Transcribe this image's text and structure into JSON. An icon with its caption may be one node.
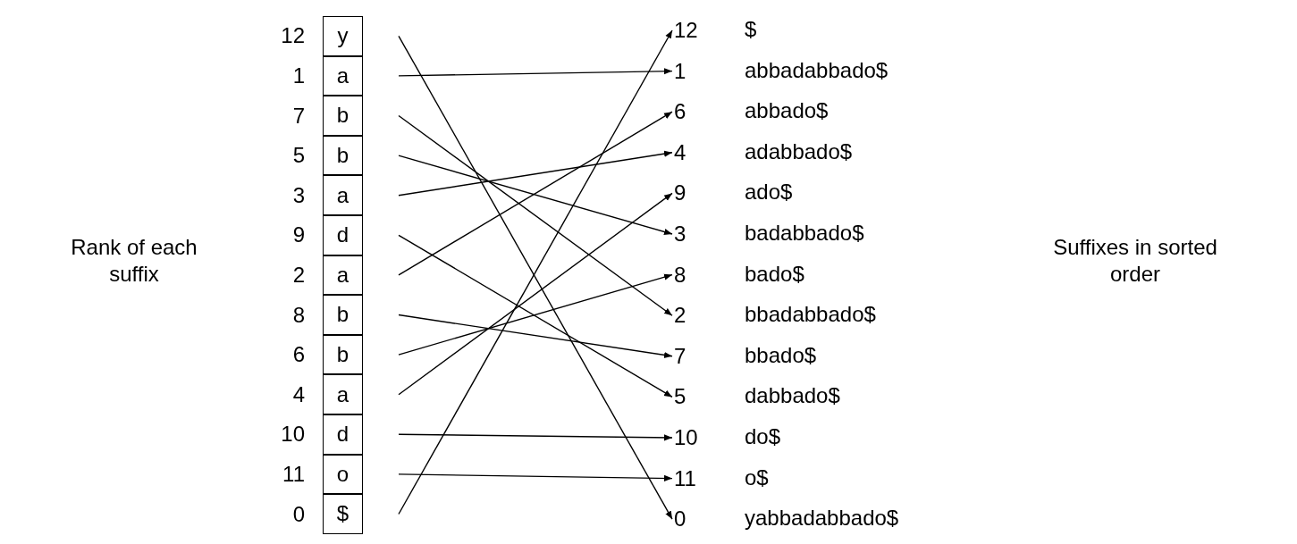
{
  "diagram": {
    "nodes": [
      {
        "text": [
          "y"
        ],
        "beside": [
          "12"
        ]
      },
      {
        "text": [
          "a"
        ],
        "beside": [
          "1"
        ]
      },
      {
        "text": [
          "b"
        ],
        "beside": [
          "7"
        ]
      },
      {
        "text": [
          "b"
        ],
        "beside": [
          "5"
        ]
      },
      {
        "text": [
          "a"
        ],
        "beside": [
          "3"
        ]
      },
      {
        "text": [
          "d"
        ],
        "beside": [
          "9"
        ]
      },
      {
        "text": [
          "a"
        ],
        "beside": [
          "2"
        ]
      },
      {
        "text": [
          "b"
        ],
        "beside": [
          "8"
        ]
      },
      {
        "text": [
          "b"
        ],
        "beside": [
          "6"
        ]
      },
      {
        "text": [
          "a"
        ],
        "beside": [
          "4"
        ]
      },
      {
        "text": [
          "d"
        ],
        "beside": [
          "10"
        ]
      },
      {
        "text": [
          "o"
        ],
        "beside": [
          "11"
        ]
      },
      {
        "text": [
          "$"
        ],
        "beside": [
          "0"
        ]
      },
      {
        "text": [
          "12"
        ],
        "beside": [
          "$"
        ]
      },
      {
        "text": [
          "1"
        ],
        "beside": [
          "abbadabbado$"
        ]
      },
      {
        "text": [
          "6"
        ],
        "beside": [
          "abbado$"
        ]
      },
      {
        "text": [
          "4"
        ],
        "beside": [
          "adabbado$"
        ]
      },
      {
        "text": [
          "9"
        ],
        "beside": [
          "ado$"
        ]
      },
      {
        "text": [
          "3"
        ],
        "beside": [
          "badabbado$"
        ]
      },
      {
        "text": [
          "8"
        ],
        "beside": [
          "bado$"
        ]
      },
      {
        "text": [
          "2"
        ],
        "beside": [
          "bbadabbado$"
        ]
      },
      {
        "text": [
          "7"
        ],
        "beside": [
          "bbado$"
        ]
      },
      {
        "text": [
          "5"
        ],
        "beside": [
          "dabbado$"
        ]
      },
      {
        "text": [
          "10"
        ],
        "beside": [
          "do$"
        ]
      },
      {
        "text": [
          "11"
        ],
        "beside": [
          "o$"
        ]
      },
      {
        "text": [
          "0"
        ],
        "beside": [
          "yabbadabbado$"
        ]
      }
    ],
    "edges": [
      {
        "from": 0,
        "to": 25,
        "arrow": "to"
      },
      {
        "from": 1,
        "to": 14,
        "arrow": "to"
      },
      {
        "from": 2,
        "to": 20,
        "arrow": "to"
      },
      {
        "from": 3,
        "to": 18,
        "arrow": "to"
      },
      {
        "from": 4,
        "to": 16,
        "arrow": "to"
      },
      {
        "from": 5,
        "to": 22,
        "arrow": "to"
      },
      {
        "from": 6,
        "to": 15,
        "arrow": "to"
      },
      {
        "from": 7,
        "to": 21,
        "arrow": "to"
      },
      {
        "from": 8,
        "to": 19,
        "arrow": "to"
      },
      {
        "from": 9,
        "to": 17,
        "arrow": "to"
      },
      {
        "from": 10,
        "to": 23,
        "arrow": "to"
      },
      {
        "from": 11,
        "to": 24,
        "arrow": "to"
      },
      {
        "from": 12,
        "to": 13,
        "arrow": "to"
      }
    ],
    "labels": [
      "Rank of each suffix",
      "Suffixes in sorted order"
    ]
  }
}
